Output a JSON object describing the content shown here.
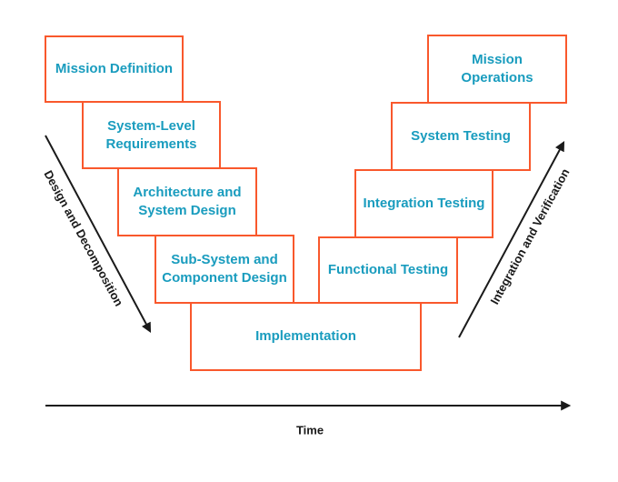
{
  "stages": [
    {
      "id": "mission-definition",
      "label": "Mission Definition"
    },
    {
      "id": "system-level-requirements",
      "label": "System-Level\nRequirements"
    },
    {
      "id": "architecture-system-design",
      "label": "Architecture and\nSystem Design"
    },
    {
      "id": "subsystem-component-design",
      "label": "Sub-System and\nComponent Design"
    },
    {
      "id": "implementation",
      "label": "Implementation"
    },
    {
      "id": "functional-testing",
      "label": "Functional Testing"
    },
    {
      "id": "integration-testing",
      "label": "Integration Testing"
    },
    {
      "id": "system-testing",
      "label": "System Testing"
    },
    {
      "id": "mission-operations",
      "label": "Mission\nOperations"
    }
  ],
  "arrows": {
    "design_decomposition_label": "Design and Decomposition",
    "integration_verification_label": "Integration and Verification",
    "time_axis_label": "Time"
  },
  "colors": {
    "box_border": "#F9582C",
    "box_text": "#199CBE",
    "arrow": "#1A1A1A",
    "background": "#FFFFFF"
  }
}
